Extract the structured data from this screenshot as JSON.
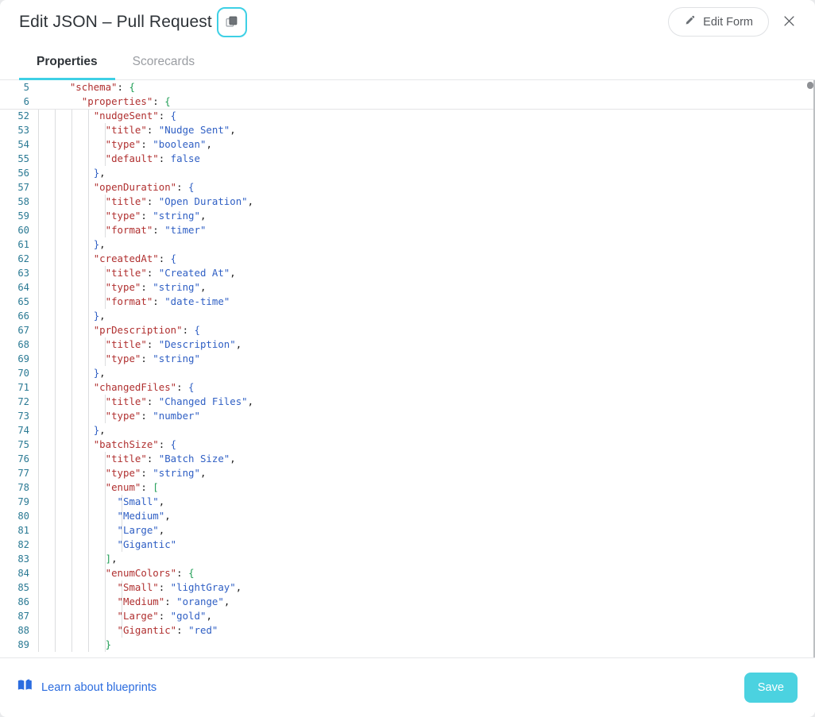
{
  "header": {
    "title": "Edit JSON – Pull Request",
    "copy_icon": "copy-icon",
    "edit_form_label": "Edit Form",
    "edit_form_icon": "pencil-icon",
    "close_icon": "close-icon"
  },
  "tabs": [
    {
      "label": "Properties",
      "active": true
    },
    {
      "label": "Scorecards",
      "active": false
    }
  ],
  "editor": {
    "sticky_lines": [
      {
        "num": "5",
        "indent_guides": [],
        "tokens": [
          {
            "t": "    ",
            "c": "p"
          },
          {
            "t": "\"schema\"",
            "c": "k"
          },
          {
            "t": ": ",
            "c": "p"
          },
          {
            "t": "{",
            "c": "brg"
          }
        ]
      },
      {
        "num": "6",
        "indent_guides": [],
        "tokens": [
          {
            "t": "      ",
            "c": "p"
          },
          {
            "t": "\"properties\"",
            "c": "k"
          },
          {
            "t": ": ",
            "c": "p"
          },
          {
            "t": "{",
            "c": "brg"
          }
        ]
      }
    ],
    "lines": [
      {
        "num": "52",
        "guides": 4,
        "tokens": [
          {
            "t": "        ",
            "c": "p"
          },
          {
            "t": "\"nudgeSent\"",
            "c": "k"
          },
          {
            "t": ": ",
            "c": "p"
          },
          {
            "t": "{",
            "c": "br"
          }
        ]
      },
      {
        "num": "53",
        "guides": 5,
        "tokens": [
          {
            "t": "          ",
            "c": "p"
          },
          {
            "t": "\"title\"",
            "c": "k"
          },
          {
            "t": ": ",
            "c": "p"
          },
          {
            "t": "\"Nudge Sent\"",
            "c": "s"
          },
          {
            "t": ",",
            "c": "p"
          }
        ]
      },
      {
        "num": "54",
        "guides": 5,
        "tokens": [
          {
            "t": "          ",
            "c": "p"
          },
          {
            "t": "\"type\"",
            "c": "k"
          },
          {
            "t": ": ",
            "c": "p"
          },
          {
            "t": "\"boolean\"",
            "c": "s"
          },
          {
            "t": ",",
            "c": "p"
          }
        ]
      },
      {
        "num": "55",
        "guides": 5,
        "tokens": [
          {
            "t": "          ",
            "c": "p"
          },
          {
            "t": "\"default\"",
            "c": "k"
          },
          {
            "t": ": ",
            "c": "p"
          },
          {
            "t": "false",
            "c": "b"
          }
        ]
      },
      {
        "num": "56",
        "guides": 4,
        "tokens": [
          {
            "t": "        ",
            "c": "p"
          },
          {
            "t": "}",
            "c": "br"
          },
          {
            "t": ",",
            "c": "p"
          }
        ]
      },
      {
        "num": "57",
        "guides": 4,
        "tokens": [
          {
            "t": "        ",
            "c": "p"
          },
          {
            "t": "\"openDuration\"",
            "c": "k"
          },
          {
            "t": ": ",
            "c": "p"
          },
          {
            "t": "{",
            "c": "br"
          }
        ]
      },
      {
        "num": "58",
        "guides": 5,
        "tokens": [
          {
            "t": "          ",
            "c": "p"
          },
          {
            "t": "\"title\"",
            "c": "k"
          },
          {
            "t": ": ",
            "c": "p"
          },
          {
            "t": "\"Open Duration\"",
            "c": "s"
          },
          {
            "t": ",",
            "c": "p"
          }
        ]
      },
      {
        "num": "59",
        "guides": 5,
        "tokens": [
          {
            "t": "          ",
            "c": "p"
          },
          {
            "t": "\"type\"",
            "c": "k"
          },
          {
            "t": ": ",
            "c": "p"
          },
          {
            "t": "\"string\"",
            "c": "s"
          },
          {
            "t": ",",
            "c": "p"
          }
        ]
      },
      {
        "num": "60",
        "guides": 5,
        "tokens": [
          {
            "t": "          ",
            "c": "p"
          },
          {
            "t": "\"format\"",
            "c": "k"
          },
          {
            "t": ": ",
            "c": "p"
          },
          {
            "t": "\"timer\"",
            "c": "s"
          }
        ]
      },
      {
        "num": "61",
        "guides": 4,
        "tokens": [
          {
            "t": "        ",
            "c": "p"
          },
          {
            "t": "}",
            "c": "br"
          },
          {
            "t": ",",
            "c": "p"
          }
        ]
      },
      {
        "num": "62",
        "guides": 4,
        "tokens": [
          {
            "t": "        ",
            "c": "p"
          },
          {
            "t": "\"createdAt\"",
            "c": "k"
          },
          {
            "t": ": ",
            "c": "p"
          },
          {
            "t": "{",
            "c": "br"
          }
        ]
      },
      {
        "num": "63",
        "guides": 5,
        "tokens": [
          {
            "t": "          ",
            "c": "p"
          },
          {
            "t": "\"title\"",
            "c": "k"
          },
          {
            "t": ": ",
            "c": "p"
          },
          {
            "t": "\"Created At\"",
            "c": "s"
          },
          {
            "t": ",",
            "c": "p"
          }
        ]
      },
      {
        "num": "64",
        "guides": 5,
        "tokens": [
          {
            "t": "          ",
            "c": "p"
          },
          {
            "t": "\"type\"",
            "c": "k"
          },
          {
            "t": ": ",
            "c": "p"
          },
          {
            "t": "\"string\"",
            "c": "s"
          },
          {
            "t": ",",
            "c": "p"
          }
        ]
      },
      {
        "num": "65",
        "guides": 5,
        "tokens": [
          {
            "t": "          ",
            "c": "p"
          },
          {
            "t": "\"format\"",
            "c": "k"
          },
          {
            "t": ": ",
            "c": "p"
          },
          {
            "t": "\"date-time\"",
            "c": "s"
          }
        ]
      },
      {
        "num": "66",
        "guides": 4,
        "tokens": [
          {
            "t": "        ",
            "c": "p"
          },
          {
            "t": "}",
            "c": "br"
          },
          {
            "t": ",",
            "c": "p"
          }
        ]
      },
      {
        "num": "67",
        "guides": 4,
        "tokens": [
          {
            "t": "        ",
            "c": "p"
          },
          {
            "t": "\"prDescription\"",
            "c": "k"
          },
          {
            "t": ": ",
            "c": "p"
          },
          {
            "t": "{",
            "c": "br"
          }
        ]
      },
      {
        "num": "68",
        "guides": 5,
        "tokens": [
          {
            "t": "          ",
            "c": "p"
          },
          {
            "t": "\"title\"",
            "c": "k"
          },
          {
            "t": ": ",
            "c": "p"
          },
          {
            "t": "\"Description\"",
            "c": "s"
          },
          {
            "t": ",",
            "c": "p"
          }
        ]
      },
      {
        "num": "69",
        "guides": 5,
        "tokens": [
          {
            "t": "          ",
            "c": "p"
          },
          {
            "t": "\"type\"",
            "c": "k"
          },
          {
            "t": ": ",
            "c": "p"
          },
          {
            "t": "\"string\"",
            "c": "s"
          }
        ]
      },
      {
        "num": "70",
        "guides": 4,
        "tokens": [
          {
            "t": "        ",
            "c": "p"
          },
          {
            "t": "}",
            "c": "br"
          },
          {
            "t": ",",
            "c": "p"
          }
        ]
      },
      {
        "num": "71",
        "guides": 4,
        "tokens": [
          {
            "t": "        ",
            "c": "p"
          },
          {
            "t": "\"changedFiles\"",
            "c": "k"
          },
          {
            "t": ": ",
            "c": "p"
          },
          {
            "t": "{",
            "c": "br"
          }
        ]
      },
      {
        "num": "72",
        "guides": 5,
        "tokens": [
          {
            "t": "          ",
            "c": "p"
          },
          {
            "t": "\"title\"",
            "c": "k"
          },
          {
            "t": ": ",
            "c": "p"
          },
          {
            "t": "\"Changed Files\"",
            "c": "s"
          },
          {
            "t": ",",
            "c": "p"
          }
        ]
      },
      {
        "num": "73",
        "guides": 5,
        "tokens": [
          {
            "t": "          ",
            "c": "p"
          },
          {
            "t": "\"type\"",
            "c": "k"
          },
          {
            "t": ": ",
            "c": "p"
          },
          {
            "t": "\"number\"",
            "c": "s"
          }
        ]
      },
      {
        "num": "74",
        "guides": 4,
        "tokens": [
          {
            "t": "        ",
            "c": "p"
          },
          {
            "t": "}",
            "c": "br"
          },
          {
            "t": ",",
            "c": "p"
          }
        ]
      },
      {
        "num": "75",
        "guides": 4,
        "tokens": [
          {
            "t": "        ",
            "c": "p"
          },
          {
            "t": "\"batchSize\"",
            "c": "k"
          },
          {
            "t": ": ",
            "c": "p"
          },
          {
            "t": "{",
            "c": "br"
          }
        ]
      },
      {
        "num": "76",
        "guides": 5,
        "tokens": [
          {
            "t": "          ",
            "c": "p"
          },
          {
            "t": "\"title\"",
            "c": "k"
          },
          {
            "t": ": ",
            "c": "p"
          },
          {
            "t": "\"Batch Size\"",
            "c": "s"
          },
          {
            "t": ",",
            "c": "p"
          }
        ]
      },
      {
        "num": "77",
        "guides": 5,
        "tokens": [
          {
            "t": "          ",
            "c": "p"
          },
          {
            "t": "\"type\"",
            "c": "k"
          },
          {
            "t": ": ",
            "c": "p"
          },
          {
            "t": "\"string\"",
            "c": "s"
          },
          {
            "t": ",",
            "c": "p"
          }
        ]
      },
      {
        "num": "78",
        "guides": 5,
        "tokens": [
          {
            "t": "          ",
            "c": "p"
          },
          {
            "t": "\"enum\"",
            "c": "k"
          },
          {
            "t": ": ",
            "c": "p"
          },
          {
            "t": "[",
            "c": "brg"
          }
        ]
      },
      {
        "num": "79",
        "guides": 6,
        "tokens": [
          {
            "t": "            ",
            "c": "p"
          },
          {
            "t": "\"Small\"",
            "c": "s"
          },
          {
            "t": ",",
            "c": "p"
          }
        ]
      },
      {
        "num": "80",
        "guides": 6,
        "tokens": [
          {
            "t": "            ",
            "c": "p"
          },
          {
            "t": "\"Medium\"",
            "c": "s"
          },
          {
            "t": ",",
            "c": "p"
          }
        ]
      },
      {
        "num": "81",
        "guides": 6,
        "tokens": [
          {
            "t": "            ",
            "c": "p"
          },
          {
            "t": "\"Large\"",
            "c": "s"
          },
          {
            "t": ",",
            "c": "p"
          }
        ]
      },
      {
        "num": "82",
        "guides": 6,
        "tokens": [
          {
            "t": "            ",
            "c": "p"
          },
          {
            "t": "\"Gigantic\"",
            "c": "s"
          }
        ]
      },
      {
        "num": "83",
        "guides": 5,
        "tokens": [
          {
            "t": "          ",
            "c": "p"
          },
          {
            "t": "]",
            "c": "brg"
          },
          {
            "t": ",",
            "c": "p"
          }
        ]
      },
      {
        "num": "84",
        "guides": 5,
        "tokens": [
          {
            "t": "          ",
            "c": "p"
          },
          {
            "t": "\"enumColors\"",
            "c": "k"
          },
          {
            "t": ": ",
            "c": "p"
          },
          {
            "t": "{",
            "c": "brg"
          }
        ]
      },
      {
        "num": "85",
        "guides": 6,
        "tokens": [
          {
            "t": "            ",
            "c": "p"
          },
          {
            "t": "\"Small\"",
            "c": "k"
          },
          {
            "t": ": ",
            "c": "p"
          },
          {
            "t": "\"lightGray\"",
            "c": "s"
          },
          {
            "t": ",",
            "c": "p"
          }
        ]
      },
      {
        "num": "86",
        "guides": 6,
        "tokens": [
          {
            "t": "            ",
            "c": "p"
          },
          {
            "t": "\"Medium\"",
            "c": "k"
          },
          {
            "t": ": ",
            "c": "p"
          },
          {
            "t": "\"orange\"",
            "c": "s"
          },
          {
            "t": ",",
            "c": "p"
          }
        ]
      },
      {
        "num": "87",
        "guides": 6,
        "tokens": [
          {
            "t": "            ",
            "c": "p"
          },
          {
            "t": "\"Large\"",
            "c": "k"
          },
          {
            "t": ": ",
            "c": "p"
          },
          {
            "t": "\"gold\"",
            "c": "s"
          },
          {
            "t": ",",
            "c": "p"
          }
        ]
      },
      {
        "num": "88",
        "guides": 6,
        "tokens": [
          {
            "t": "            ",
            "c": "p"
          },
          {
            "t": "\"Gigantic\"",
            "c": "k"
          },
          {
            "t": ": ",
            "c": "p"
          },
          {
            "t": "\"red\"",
            "c": "s"
          }
        ]
      },
      {
        "num": "89",
        "guides": 5,
        "tokens": [
          {
            "t": "          ",
            "c": "p"
          },
          {
            "t": "}",
            "c": "brg"
          }
        ]
      }
    ]
  },
  "footer": {
    "blueprint_icon": "book-icon",
    "blueprint_label": "Learn about blueprints",
    "save_label": "Save"
  },
  "colors": {
    "accent": "#3ed0e5",
    "save_button": "#4bd2e0",
    "link": "#2b6cdf",
    "json_key": "#b03030",
    "json_string": "#2f5fc4",
    "line_number": "#2b7a94",
    "brace_green": "#1f9d55"
  }
}
